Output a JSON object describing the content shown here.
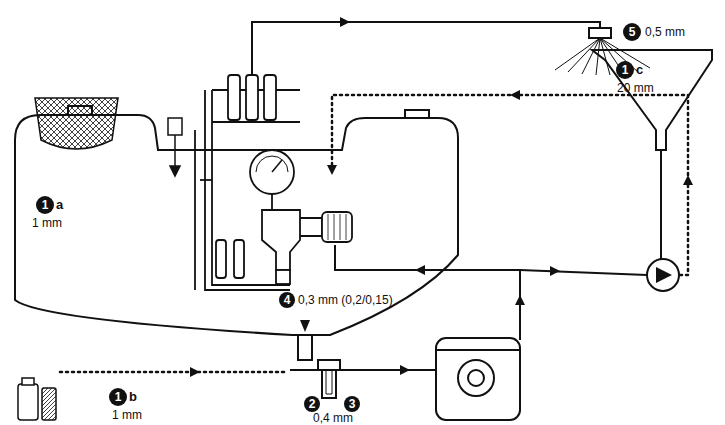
{
  "diagram": {
    "labels": [
      "1",
      "a",
      "1 mm",
      "1",
      "b",
      "1 mm",
      "1",
      "c",
      "20 mm",
      "2",
      "3",
      "0,4 mm",
      "4",
      "0,3 mm (0,2/0,15)",
      "5",
      "0,5 mm"
    ]
  }
}
